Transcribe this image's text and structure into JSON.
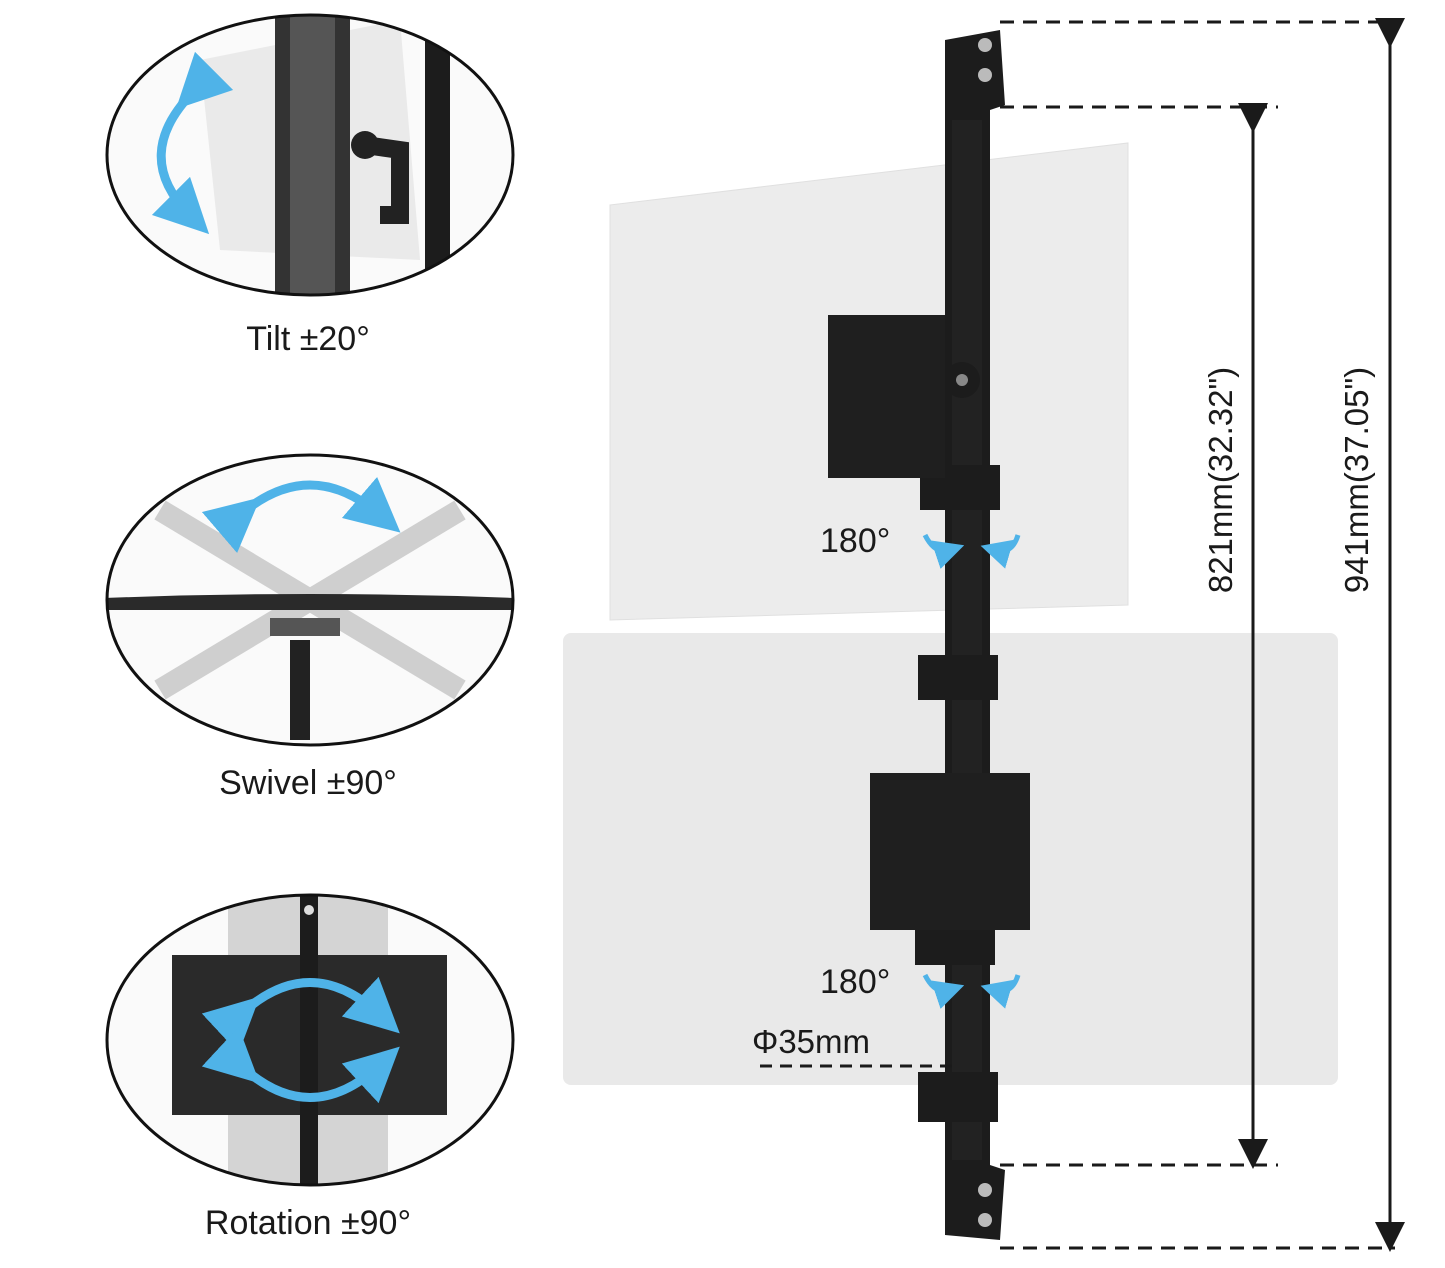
{
  "features": {
    "tilt": "Tilt ±20°",
    "swivel": "Swivel ±90°",
    "rotation": "Rotation ±90°"
  },
  "rotation_marks": {
    "upper": "180°",
    "lower": "180°"
  },
  "pole_diameter": "Φ35mm",
  "dimensions": {
    "inner_height": "821mm(32.32\")",
    "outer_height": "941mm(37.05\")"
  },
  "colors": {
    "arrow": "#4fb3e8",
    "pole": "#1c1c1c",
    "panel": "#ececec"
  }
}
